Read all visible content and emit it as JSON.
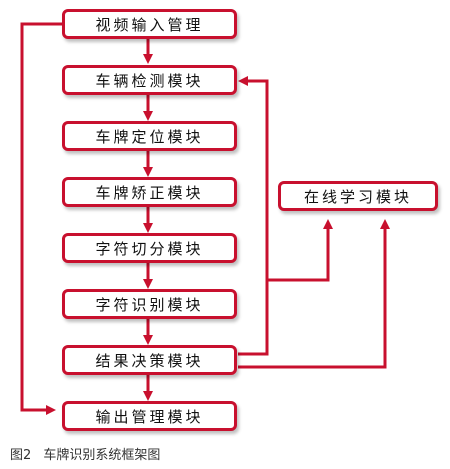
{
  "nodes": {
    "video_input": "视频输入管理",
    "vehicle_detect": "车辆检测模块",
    "plate_locate": "车牌定位模块",
    "plate_correct": "车牌矫正模块",
    "char_segment": "字符切分模块",
    "char_recognize": "字符识别模块",
    "result_decide": "结果决策模块",
    "output_manage": "输出管理模块",
    "online_learn": "在线学习模块"
  },
  "caption": {
    "figure_no": "图2",
    "title": "车牌识别系统框架图"
  },
  "colors": {
    "accent": "#c8102e"
  }
}
